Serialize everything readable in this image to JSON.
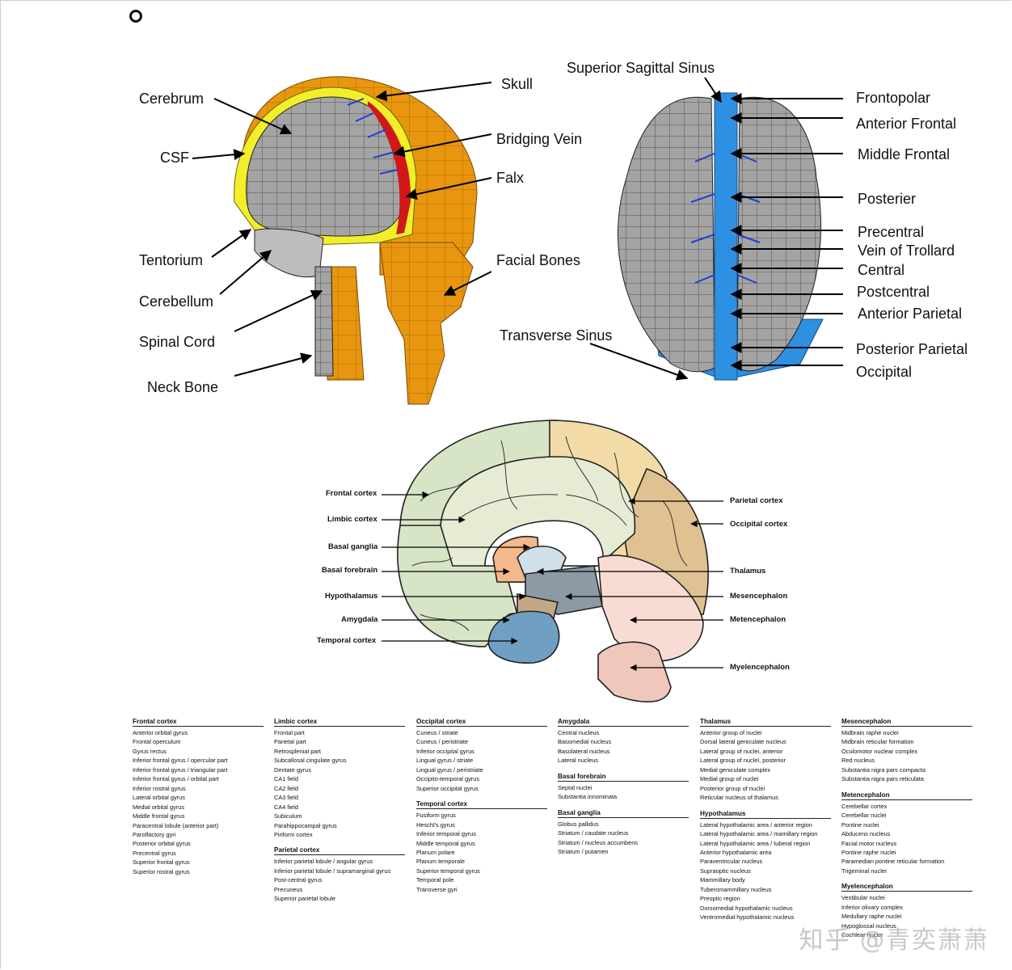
{
  "fe_labels_left": {
    "cerebrum": "Cerebrum",
    "csf": "CSF",
    "tentorium": "Tentorium",
    "cerebellum": "Cerebellum",
    "spinal_cord": "Spinal Cord",
    "neck_bone": "Neck Bone"
  },
  "fe_labels_mid": {
    "skull": "Skull",
    "bridging_vein": "Bridging Vein",
    "falx": "Falx",
    "facial_bones": "Facial Bones",
    "transverse_sinus": "Transverse Sinus",
    "superior_sagittal_sinus": "Superior Sagittal Sinus"
  },
  "fe_labels_right": {
    "frontopolar": "Frontopolar",
    "anterior_frontal": "Anterior Frontal",
    "middle_frontal": "Middle Frontal",
    "posterier": "Posterier",
    "precentral": "Precentral",
    "vein_of_trollard": "Vein of Trollard",
    "central": "Central",
    "postcentral": "Postcentral",
    "anterior_parietal": "Anterior Parietal",
    "posterior_parietal": "Posterior Parietal",
    "occipital": "Occipital"
  },
  "sagittal_left": {
    "frontal_cortex": "Frontal cortex",
    "limbic_cortex": "Limbic cortex",
    "basal_ganglia": "Basal ganglia",
    "basal_forebrain": "Basal forebrain",
    "hypothalamus": "Hypothalamus",
    "amygdala": "Amygdala",
    "temporal_cortex": "Temporal cortex"
  },
  "sagittal_right": {
    "parietal_cortex": "Parietal cortex",
    "occipital_cortex": "Occipital cortex",
    "thalamus": "Thalamus",
    "mesencephalon": "Mesencephalon",
    "metencephalon": "Metencephalon",
    "myelencephalon": "Myelencephalon"
  },
  "colors": {
    "skull": "#e8960f",
    "brain": "#9c9c9c",
    "csf": "#f2ee2a",
    "sinus": "#2f8fe0",
    "frontal": "#d7e4c6",
    "limbic": "#e6ecd4",
    "parietal": "#f2dba6",
    "occipital": "#dfc192",
    "thalamus": "#cfe0ea",
    "mesencephalon": "#8c9aa6",
    "metencephalon": "#f8dcd4",
    "myelencephalon": "#f0c7bd",
    "temporal": "#6f9fc3",
    "basal_forebrain": "#f4b88a"
  },
  "legend_columns": [
    [
      {
        "title": "Frontal cortex",
        "items": [
          "Anterior orbital gyrus",
          "Frontal operculum",
          "Gyrus rectus",
          "Inferior frontal gyrus / opercular part",
          "Inferior frontal gyrus / triangular part",
          "Inferior frontal gyrus / orbital part",
          "Inferior rostral gyrus",
          "Lateral orbital gyrus",
          "Medial orbital gyrus",
          "Middle frontal gyrus",
          "Paracentral lobule (anterior part)",
          "Parolfactory gyri",
          "Posterior orbital gyrus",
          "Precentral gyrus",
          "Superior frontal gyrus",
          "Superior rostral gyrus"
        ]
      }
    ],
    [
      {
        "title": "Limbic cortex",
        "items": [
          "Frontal part",
          "Parietal part",
          "Retrosplenial part",
          "Subcallosal cingulate gyrus",
          "Dentate gyrus",
          "CA1 field",
          "CA2 field",
          "CA3 field",
          "CA4 field",
          "Subiculum",
          "Parahippocampal gyrus",
          "Piriform cortex"
        ]
      },
      {
        "title": "Parietal cortex",
        "items": [
          "Inferior parietal lobule / angular gyrus",
          "Inferior parietal lobule / supramarginal gyrus",
          "Post-central gyrus",
          "Precuneus",
          "Superior parietal lobule"
        ]
      }
    ],
    [
      {
        "title": "Occipital cortex",
        "items": [
          "Cuneus / striate",
          "Cuneus / peristriate",
          "Inferior occipital gyrus",
          "Lingual gyrus / striate",
          "Lingual gyrus / peristriate",
          "Occipito-temporal gyrus",
          "Superior occipital gyrus"
        ]
      },
      {
        "title": "Temporal cortex",
        "items": [
          "Fusiform gyrus",
          "Heschl's gyrus",
          "Inferior temporal gyrus",
          "Middle temporal gyrus",
          "Planum polare",
          "Planum temporale",
          "Superior temporal gyrus",
          "Temporal pole",
          "Transverse gyri"
        ]
      }
    ],
    [
      {
        "title": "Amygdala",
        "items": [
          "Central nucleus",
          "Basomedial nucleus",
          "Basolateral nucleus",
          "Lateral nucleus"
        ]
      },
      {
        "title": "Basal forebrain",
        "items": [
          "Septal nuclei",
          "Substantia innominata"
        ]
      },
      {
        "title": "Basal ganglia",
        "items": [
          "Globus pallidus",
          "Striatum / caudate nucleus",
          "Striatum / nucleus accumbens",
          "Striatum / putamen"
        ]
      }
    ],
    [
      {
        "title": "Thalamus",
        "items": [
          "Anterior group of nuclei",
          "Dorsal lateral geniculate nucleus",
          "Lateral group of nuclei, anterior",
          "Lateral group of nuclei, posterior",
          "Medial geniculate complex",
          "Medial group of nuclei",
          "Posterior group of nuclei",
          "Reticular nucleus of thalamus"
        ]
      },
      {
        "title": "Hypothalamus",
        "items": [
          "Lateral hypothalamic area / anterior region",
          "Lateral hypothalamic area / mamillary region",
          "Lateral hypothalamic area / tuberal region",
          "Anterior hypothalamic area",
          "Paraventricular nucleus",
          "Supraoptic nucleus",
          "Mammillary body",
          "Tuberomammillary nucleus",
          "Preoptic region",
          "Dorsomedial hypothalamic nucleus",
          "Ventromedial hypothalamic nucleus"
        ]
      }
    ],
    [
      {
        "title": "Mesencephalon",
        "items": [
          "Midbrain raphe nuclei",
          "Midbrain reticular formation",
          "Oculomotor nuclear complex",
          "Red nucleus",
          "Substantia nigra pars compacta",
          "Substantia nigra pars reticulata"
        ]
      },
      {
        "title": "Metencephalon",
        "items": [
          "Cerebellar cortex",
          "Cerebellar nuclei",
          "Pontine nuclei",
          "Abducens nucleus",
          "Facial motor nucleus",
          "Pontine raphe nuclei",
          "Paramedian pontine reticular formation",
          "Trigeminal nuclei"
        ]
      },
      {
        "title": "Myelencephalon",
        "items": [
          "Vestibular nuclei",
          "Inferior olivary complex",
          "Medullary raphe nuclei",
          "Hypoglossal nucleus",
          "Cochlear nuclei"
        ]
      }
    ]
  ],
  "watermark": "知乎 @青奕萧萧"
}
